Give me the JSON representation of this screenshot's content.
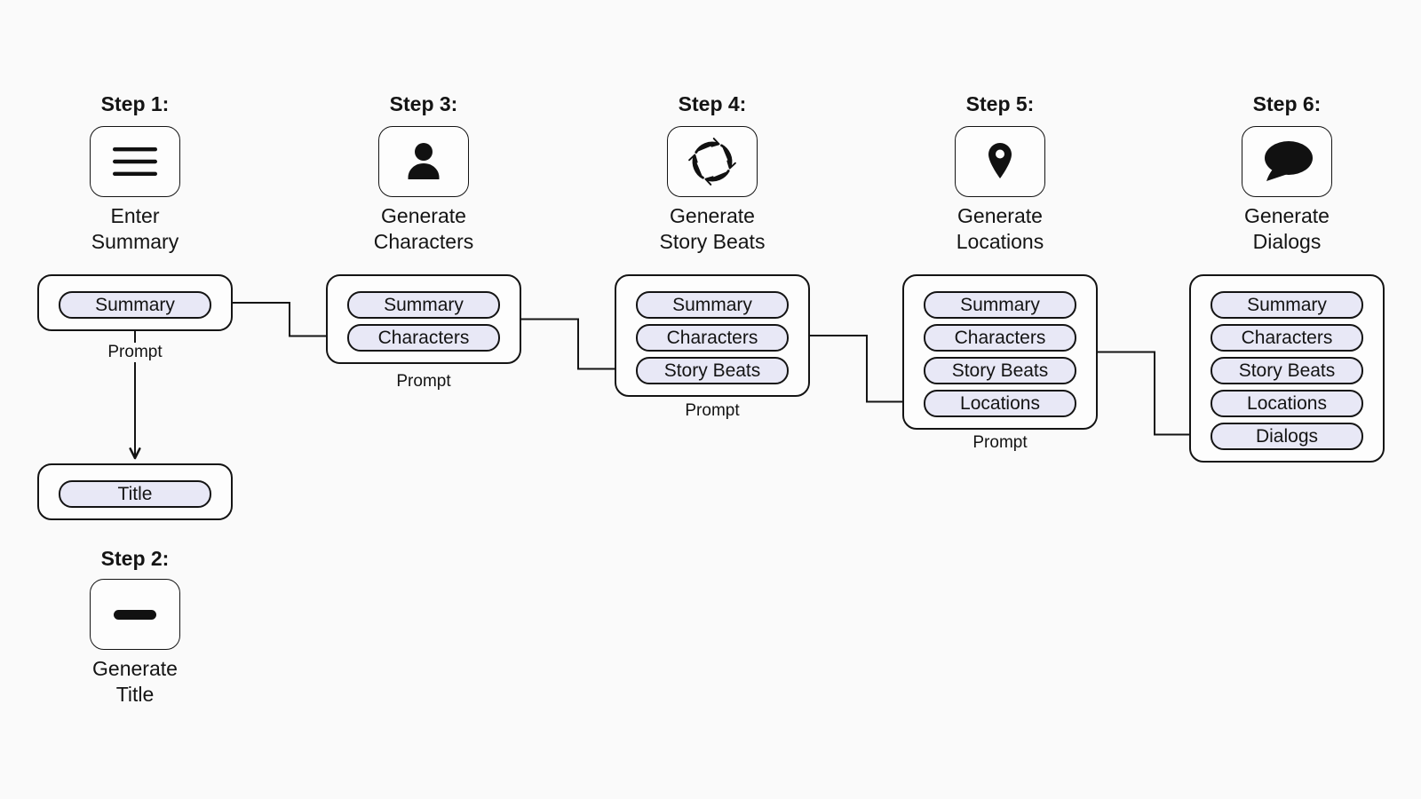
{
  "colors": {
    "bg": "#fafafa",
    "boxfill": "#fdfdfd",
    "pillfill": "#e8e8f6",
    "stroke": "#141414"
  },
  "steps": [
    {
      "title": "Step 1:",
      "icon": "hamburger-icon",
      "caption_line1": "Enter",
      "caption_line2": "Summary"
    },
    {
      "title": "Step 2:",
      "icon": "dash-icon",
      "caption_line1": "Generate",
      "caption_line2": "Title"
    },
    {
      "title": "Step 3:",
      "icon": "person-icon",
      "caption_line1": "Generate",
      "caption_line2": "Characters"
    },
    {
      "title": "Step 4:",
      "icon": "cycle-arrows-icon",
      "caption_line1": "Generate",
      "caption_line2": "Story Beats"
    },
    {
      "title": "Step 5:",
      "icon": "location-pin-icon",
      "caption_line1": "Generate",
      "caption_line2": "Locations"
    },
    {
      "title": "Step 6:",
      "icon": "speech-bubble-icon",
      "caption_line1": "Generate",
      "caption_line2": "Dialogs"
    }
  ],
  "prompt_boxes": [
    {
      "step": "Step 1",
      "label": "Prompt",
      "pills": [
        "Summary"
      ]
    },
    {
      "step": "Step 3",
      "label": "Prompt",
      "pills": [
        "Summary",
        "Characters"
      ]
    },
    {
      "step": "Step 4",
      "label": "Prompt",
      "pills": [
        "Summary",
        "Characters",
        "Story Beats"
      ]
    },
    {
      "step": "Step 5",
      "label": "Prompt",
      "pills": [
        "Summary",
        "Characters",
        "Story Beats",
        "Locations"
      ]
    },
    {
      "step": "Step 6",
      "label": "",
      "pills": [
        "Summary",
        "Characters",
        "Story Beats",
        "Locations",
        "Dialogs"
      ]
    }
  ],
  "title_box": {
    "pills": [
      "Title"
    ]
  },
  "edges": [
    {
      "from": "step1-prompt-box",
      "to": "step3-pill-characters"
    },
    {
      "from": "step1-prompt-box",
      "to": "title-box",
      "via_label": "Prompt"
    },
    {
      "from": "step3-prompt-box",
      "to": "step4-pill-story-beats"
    },
    {
      "from": "step4-prompt-box",
      "to": "step5-pill-locations"
    },
    {
      "from": "step5-prompt-box",
      "to": "step6-pill-dialogs"
    }
  ]
}
